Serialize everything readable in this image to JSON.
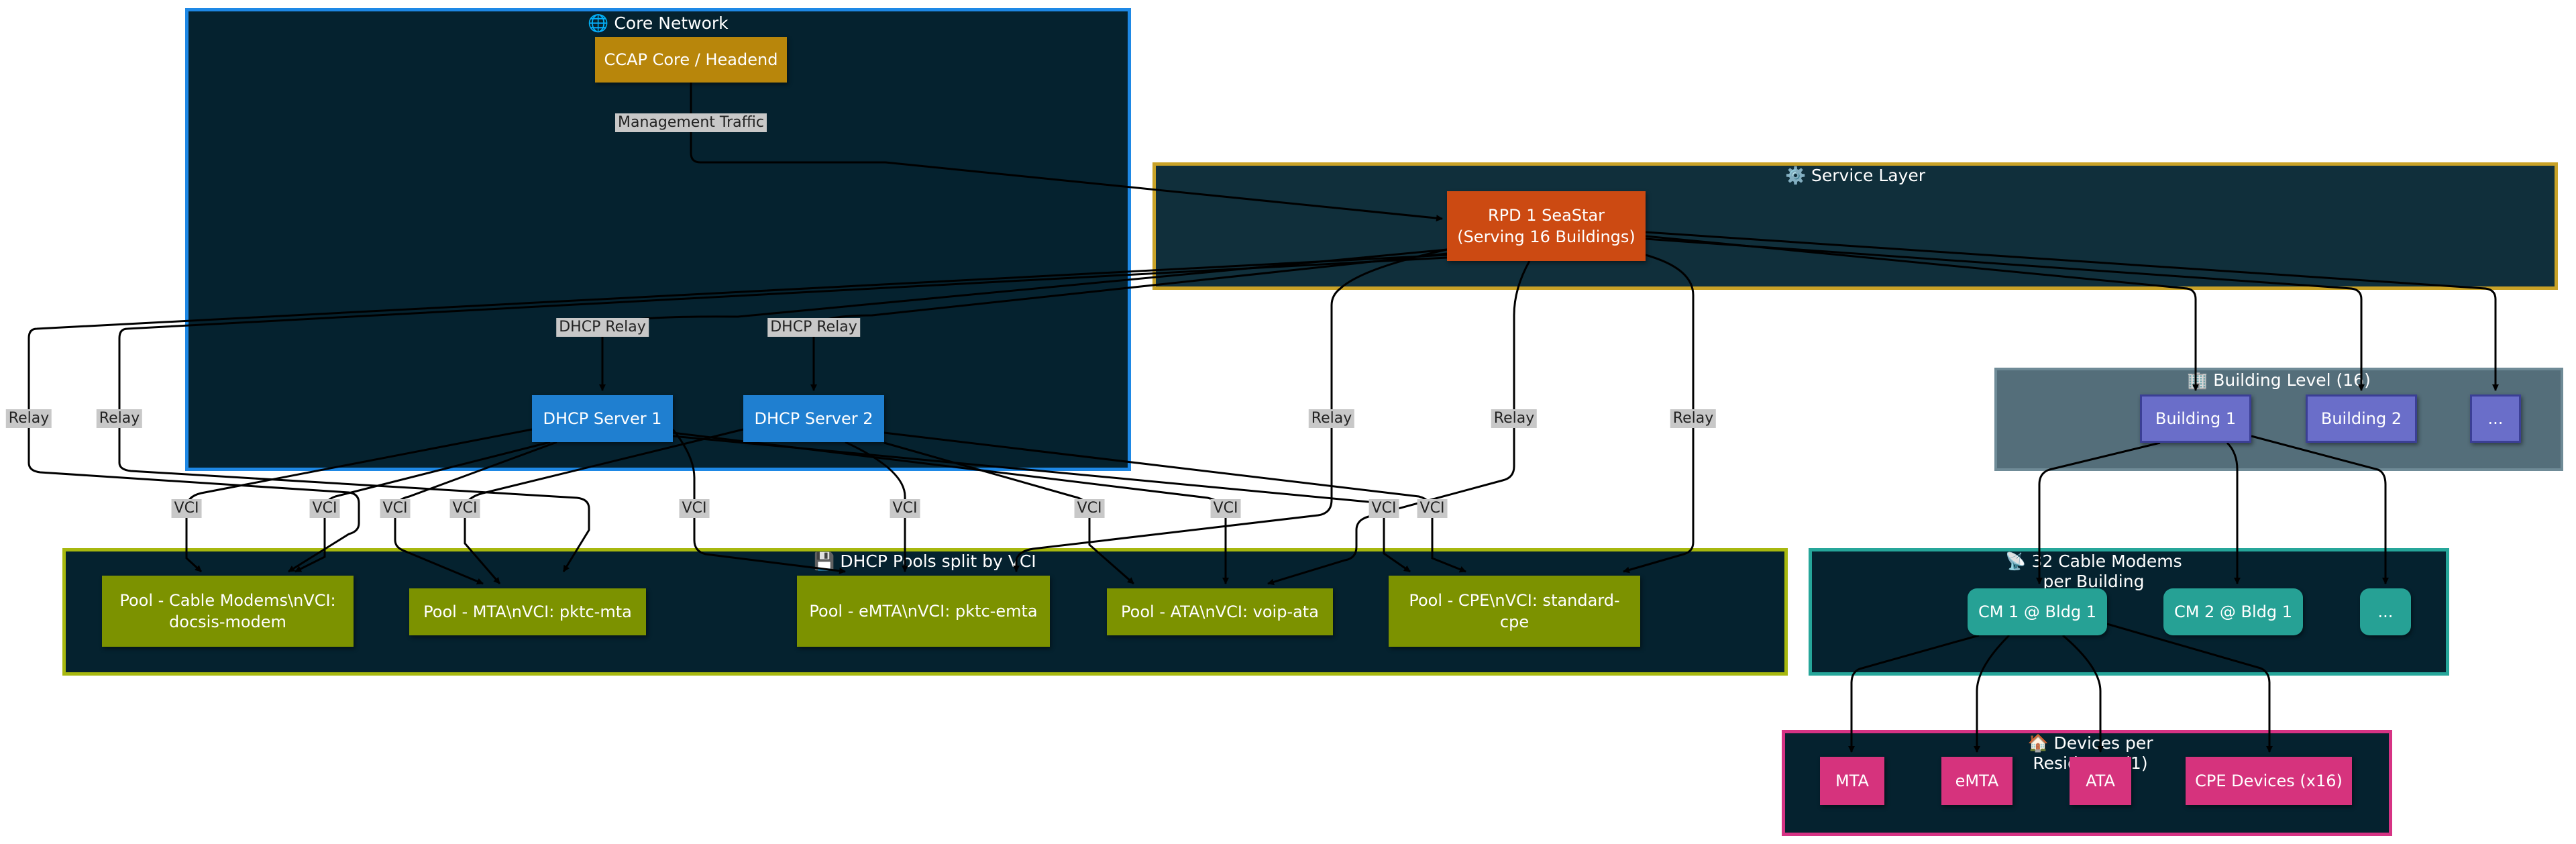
{
  "colors": {
    "group_fill": "#05222f",
    "core_border": "#1e88e5",
    "service_border": "#c9a227",
    "building_fill": "#546e7a",
    "modem_border": "#26a69a",
    "pool_border": "#a7b80f",
    "device_border": "#d63384",
    "ccap": "#b8860b",
    "rpd": "#cc4a12",
    "dhcp": "#1f7fd0",
    "building_node": "#6a6ec9",
    "modem_node": "#26a195",
    "pool_node": "#7c9200",
    "device_node": "#d6337d",
    "edge": "#000000",
    "edge_label_bg": "#c8c8c8"
  },
  "groups": {
    "core": "🌐 Core Network",
    "service": "⚙️ Service Layer",
    "building": "🏢 Building Level (16)",
    "modems": "📡 32 Cable Modems per Building",
    "pools": "💾 DHCP Pools split by VCI",
    "devices": "🏠 Devices per Residence (1)"
  },
  "nodes": {
    "ccap": "CCAP Core / Headend",
    "rpd": "RPD 1 SeaStar\n(Serving 16 Buildings)",
    "dhcp1": "DHCP Server 1",
    "dhcp2": "DHCP Server 2",
    "b1": "Building 1",
    "b2": "Building 2",
    "bmore": "...",
    "cm1": "CM 1 @ Bldg 1",
    "cm2": "CM 2 @ Bldg 1",
    "cmmore": "...",
    "p_cm": "Pool - Cable Modems\\nVCI: docsis-modem",
    "p_mta": "Pool - MTA\\nVCI: pktc-mta",
    "p_emta": "Pool - eMTA\\nVCI: pktc-emta",
    "p_ata": "Pool - ATA\\nVCI: voip-ata",
    "p_cpe": "Pool - CPE\\nVCI: standard-cpe",
    "d_mta": "MTA",
    "d_emta": "eMTA",
    "d_ata": "ATA",
    "d_cpe": "CPE Devices (x16)"
  },
  "edge_labels": {
    "mgmt": "Management Traffic",
    "dhcp_relay_1": "DHCP Relay",
    "dhcp_relay_2": "DHCP Relay",
    "relay_1": "Relay",
    "relay_2": "Relay",
    "relay_3": "Relay",
    "relay_4": "Relay",
    "relay_5": "Relay",
    "vci_1": "VCI",
    "vci_2": "VCI",
    "vci_3": "VCI",
    "vci_4": "VCI",
    "vci_5": "VCI",
    "vci_6": "VCI",
    "vci_7": "VCI",
    "vci_8": "VCI",
    "vci_9": "VCI",
    "vci_10": "VCI"
  }
}
